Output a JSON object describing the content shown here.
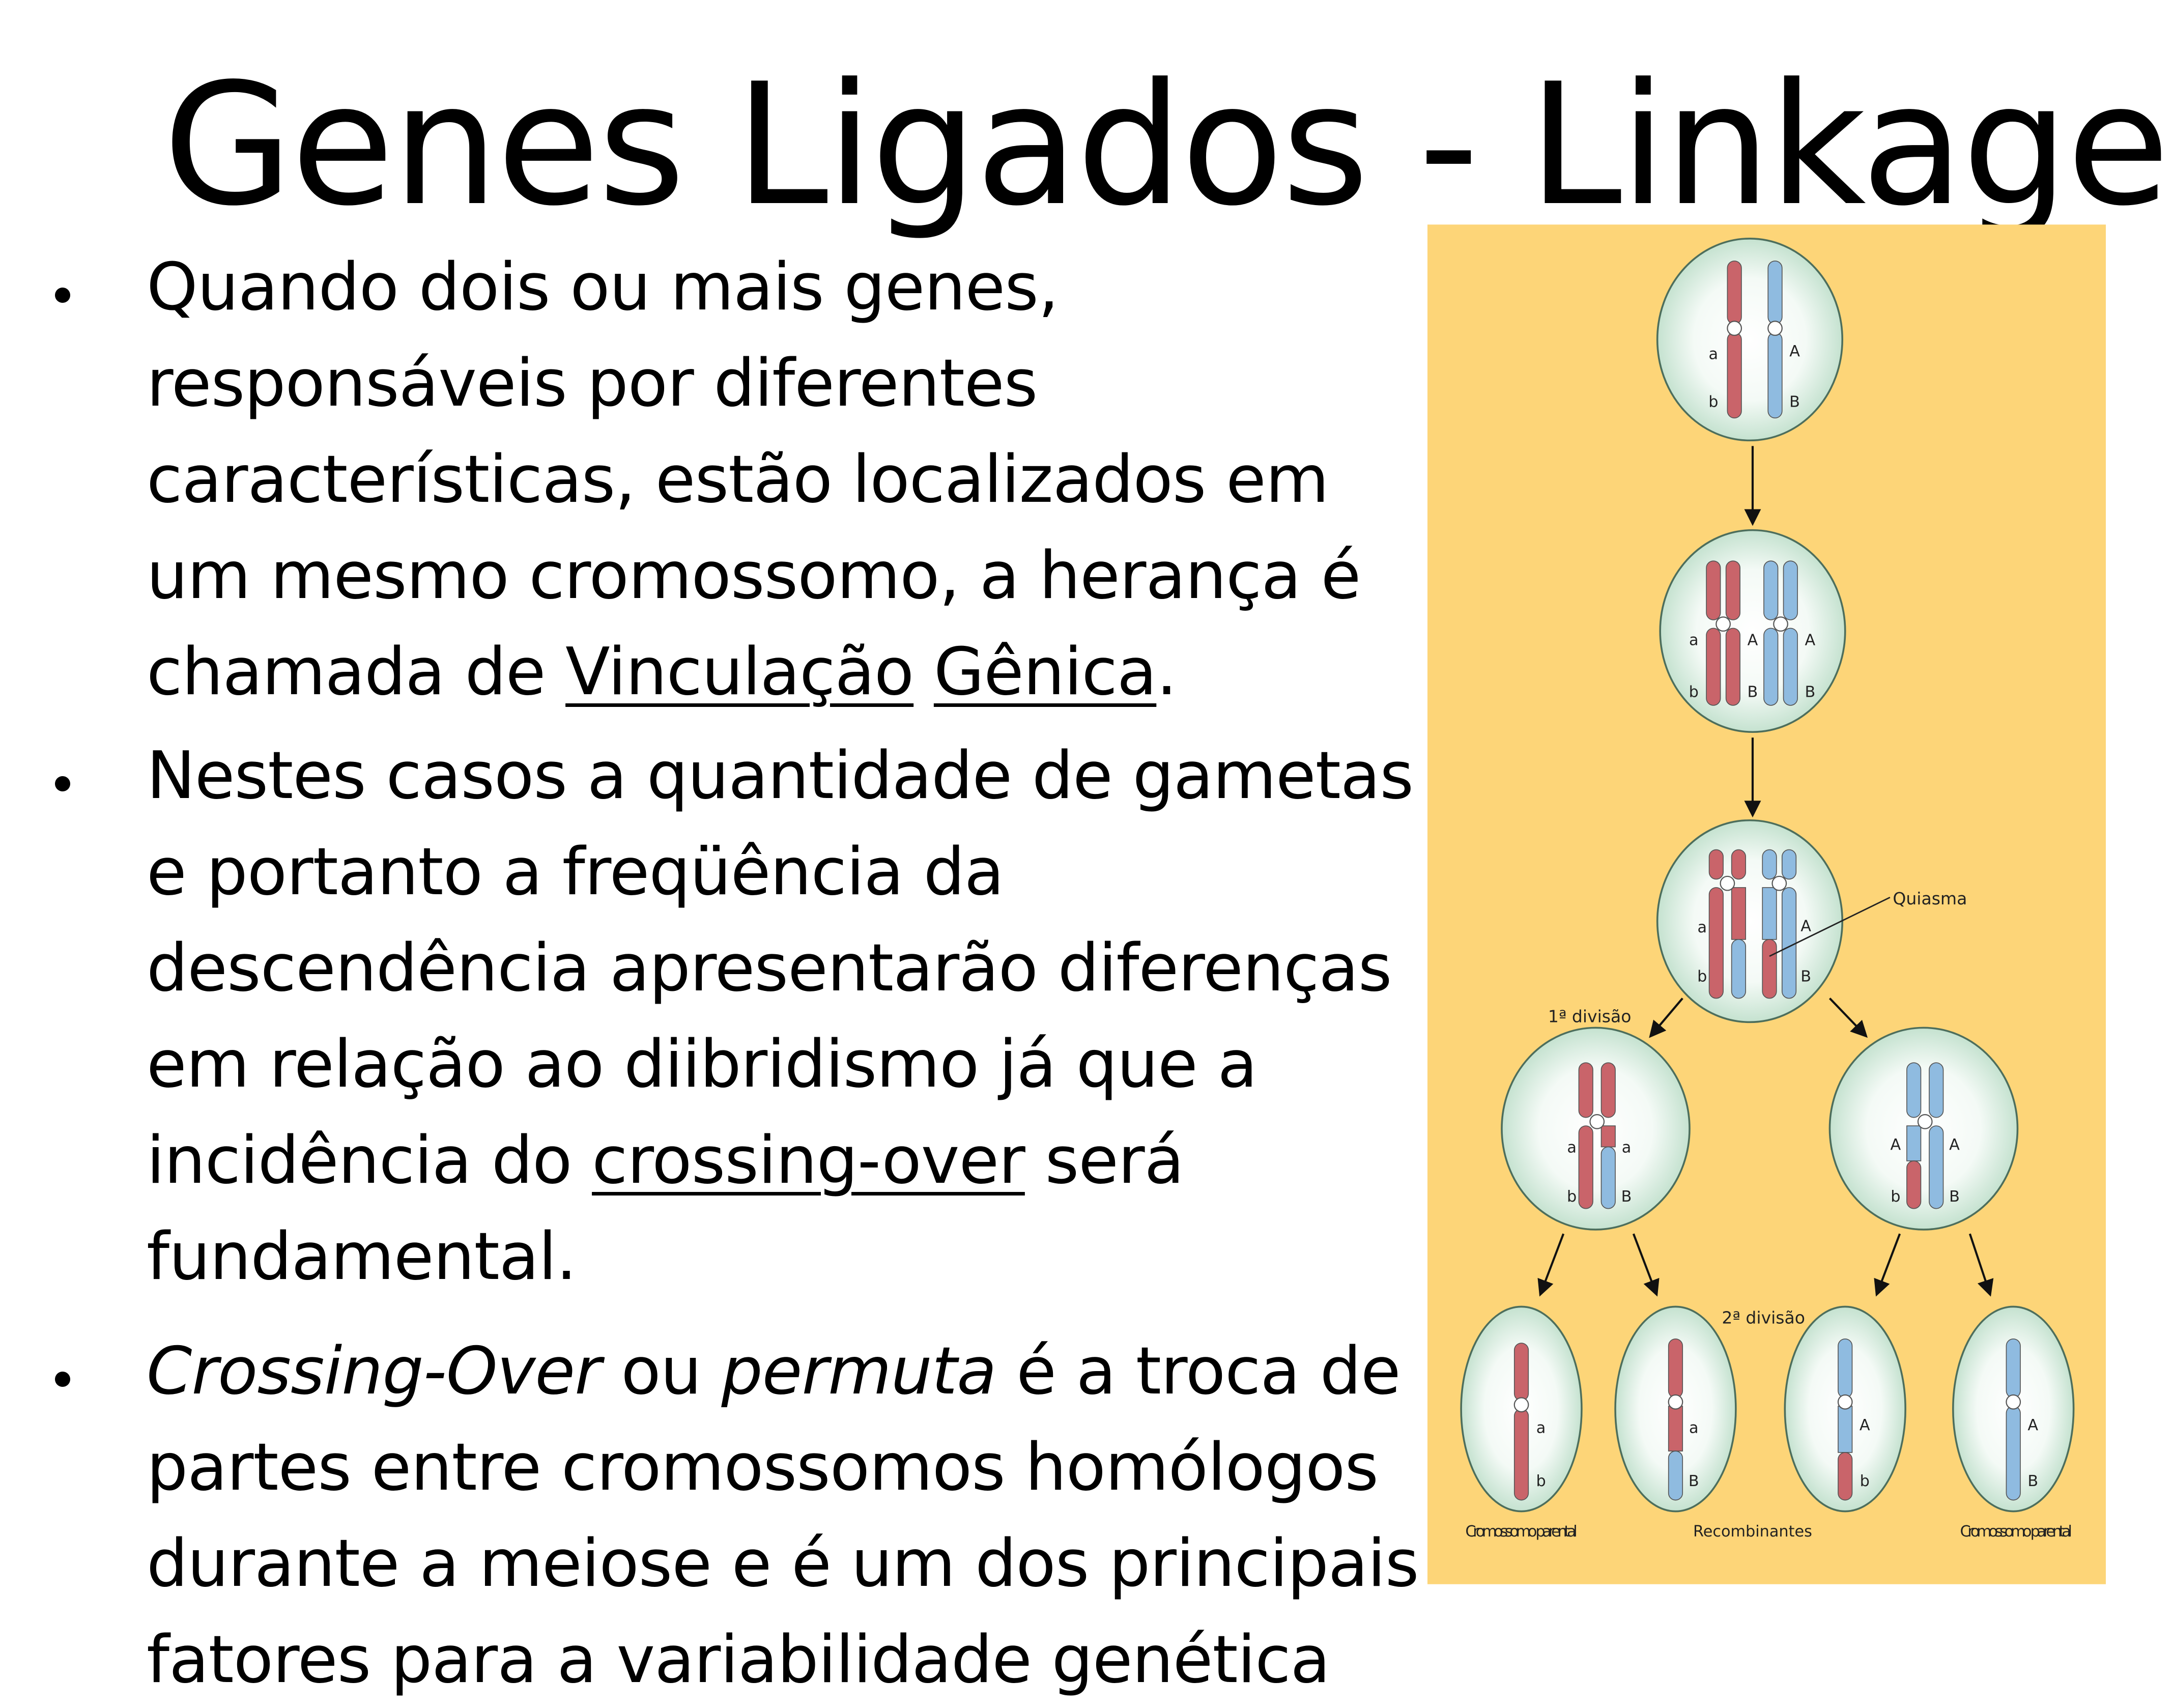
{
  "title": "Genes Ligados - Linkage",
  "bullets": [
    {
      "lines": [
        [
          {
            "t": "Quando dois ou mais genes,"
          }
        ],
        [
          {
            "t": "responsáveis por diferentes"
          }
        ],
        [
          {
            "t": "características, estão localizados em"
          }
        ],
        [
          {
            "t": "um mesmo cromossomo, a herança é"
          }
        ],
        [
          {
            "t": "chamada de "
          },
          {
            "t": "Vinculação",
            "s": "u"
          },
          {
            "t": " "
          },
          {
            "t": "Gênica",
            "s": "u"
          },
          {
            "t": "."
          }
        ]
      ]
    },
    {
      "lines": [
        [
          {
            "t": "Nestes casos a quantidade de gametas"
          }
        ],
        [
          {
            "t": "e portanto a freqüência da"
          }
        ],
        [
          {
            "t": "descendência apresentarão diferenças"
          }
        ],
        [
          {
            "t": "em relação ao diibridismo já que a"
          }
        ],
        [
          {
            "t": "incidência do "
          },
          {
            "t": "crossing-over",
            "s": "u"
          },
          {
            "t": " será"
          }
        ],
        [
          {
            "t": "fundamental."
          }
        ]
      ]
    },
    {
      "lines": [
        [
          {
            "t": "Crossing-Over",
            "s": "i"
          },
          {
            "t": " ou "
          },
          {
            "t": "permuta",
            "s": "i"
          },
          {
            "t": " é a troca de"
          }
        ],
        [
          {
            "t": "partes entre cromossomos homólogos"
          }
        ],
        [
          {
            "t": "durante a meiose e é um dos principais"
          }
        ],
        [
          {
            "t": "fatores para a variabilidade genética"
          }
        ]
      ]
    }
  ],
  "figure": {
    "labels": {
      "chiasma": "Quiasma",
      "first_division": "1ª divisão",
      "second_division": "2ª divisão",
      "parental_left": "Cromossomo parental",
      "recombinant": "Recombinantes",
      "parental_right": "Cromossomo parental"
    },
    "alleles": {
      "a": "a",
      "b": "b",
      "A": "A",
      "B": "B"
    },
    "colors": {
      "panel": "#fdd578",
      "maternal": "#c9646a",
      "paternal": "#8fbbe0",
      "cell": "#bfe0cb",
      "cell_outline": "#4d6e5c"
    }
  }
}
